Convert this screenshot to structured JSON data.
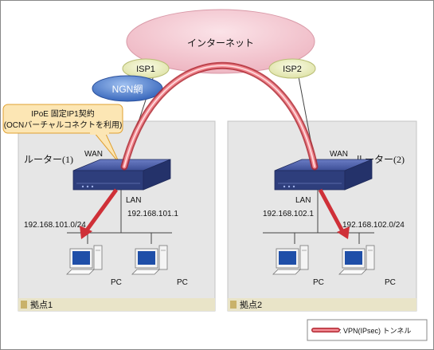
{
  "internet_label": "インターネット",
  "isp1_label": "ISP1",
  "isp2_label": "ISP2",
  "ngn_label": "NGN網",
  "callout": {
    "line1": "IPoE 固定IP1契約",
    "line2": "(OCNバーチャルコネクトを利用)"
  },
  "site1": {
    "title": "拠点1",
    "router_label": "ルーター(1)",
    "wan_label": "WAN",
    "lan_label": "LAN",
    "lan_ip": "192.168.101.1",
    "network": "192.168.101.0/24",
    "pc1_label": "PC",
    "pc2_label": "PC"
  },
  "site2": {
    "title": "拠点2",
    "router_label": "ルーター(2)",
    "wan_label": "WAN",
    "lan_label": "LAN",
    "lan_ip": "192.168.102.1",
    "network": "192.168.102.0/24",
    "pc1_label": "PC",
    "pc2_label": "PC"
  },
  "legend": {
    "label": ": VPN(IPsec) トンネル"
  },
  "colors": {
    "site_bg": "#e6e6e6",
    "internet_cloud": "#f2c9d2",
    "isp_oval": "#eef0c4",
    "ngn_oval": "#4a78c8",
    "tunnel": "#e8404c",
    "arrow": "#cf3038",
    "router_body": "#2e3e7c",
    "callout_bg": "#fce6b4",
    "callout_border": "#e0a030"
  }
}
